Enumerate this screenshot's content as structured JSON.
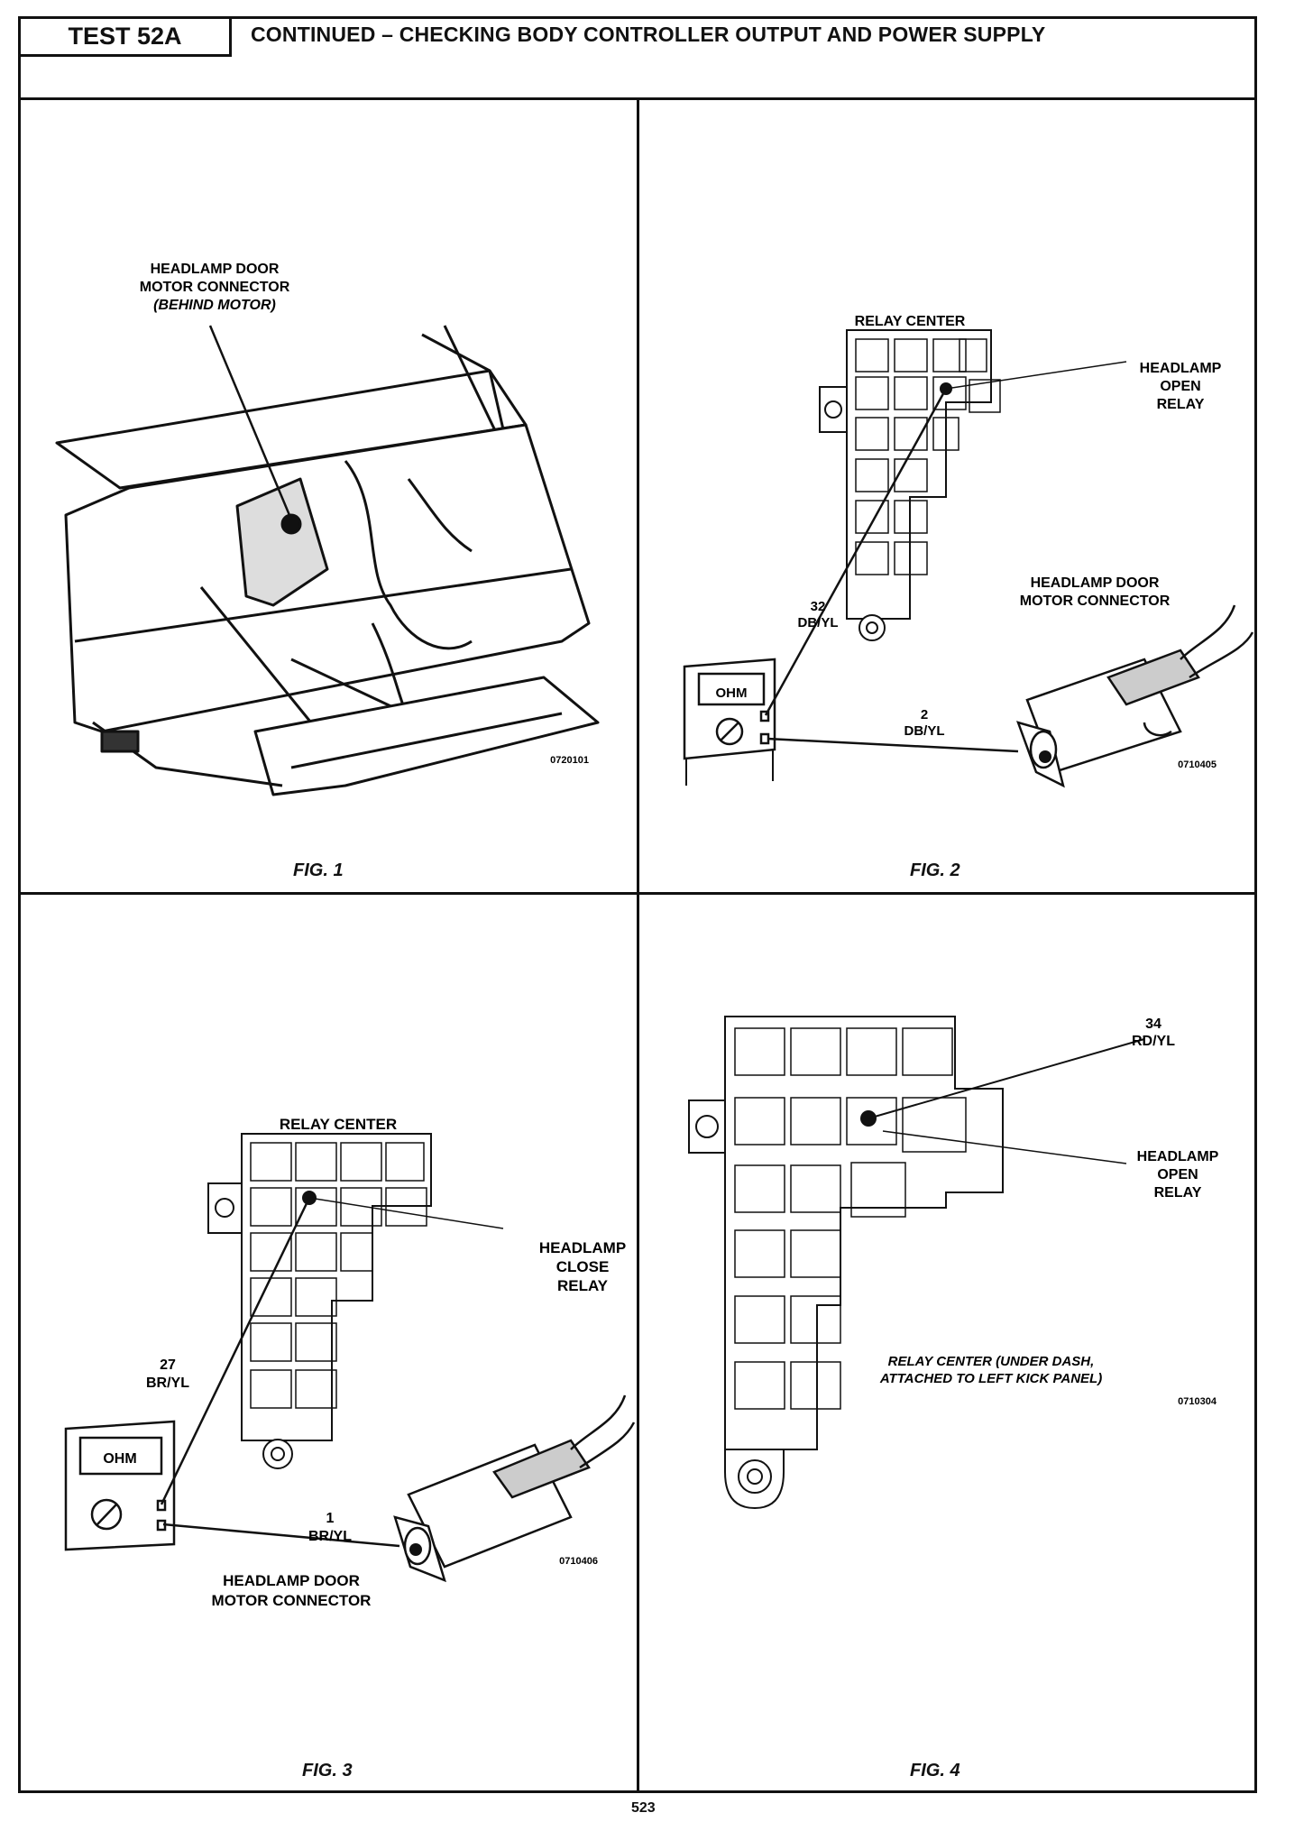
{
  "header": {
    "test_label": "TEST 52A",
    "title": "CONTINUED – CHECKING BODY CONTROLLER OUTPUT AND POWER SUPPLY"
  },
  "fig1": {
    "caption": "FIG. 1",
    "label_line1": "HEADLAMP DOOR",
    "label_line2": "MOTOR CONNECTOR",
    "label_line3": "(BEHIND MOTOR)",
    "code": "0720101"
  },
  "fig2": {
    "caption": "FIG. 2",
    "relay_center": "RELAY CENTER",
    "relay_label_1": "HEADLAMP",
    "relay_label_2": "OPEN",
    "relay_label_3": "RELAY",
    "wire1_num": "32",
    "wire1_color": "DB/YL",
    "wire2_num": "2",
    "wire2_color": "DB/YL",
    "connector_1": "HEADLAMP DOOR",
    "connector_2": "MOTOR CONNECTOR",
    "meter": "OHM",
    "code": "0710405"
  },
  "fig3": {
    "caption": "FIG. 3",
    "relay_center": "RELAY CENTER",
    "relay_label_1": "HEADLAMP",
    "relay_label_2": "CLOSE",
    "relay_label_3": "RELAY",
    "wire1_num": "27",
    "wire1_color": "BR/YL",
    "wire2_num": "1",
    "wire2_color": "BR/YL",
    "connector_1": "HEADLAMP DOOR",
    "connector_2": "MOTOR CONNECTOR",
    "meter": "OHM",
    "code": "0710406"
  },
  "fig4": {
    "caption": "FIG. 4",
    "wire_num": "34",
    "wire_color": "RD/YL",
    "relay_label_1": "HEADLAMP",
    "relay_label_2": "OPEN",
    "relay_label_3": "RELAY",
    "note_1": "RELAY CENTER (UNDER DASH,",
    "note_2": "ATTACHED TO LEFT KICK PANEL)",
    "code": "0710304"
  },
  "page_number": "523"
}
